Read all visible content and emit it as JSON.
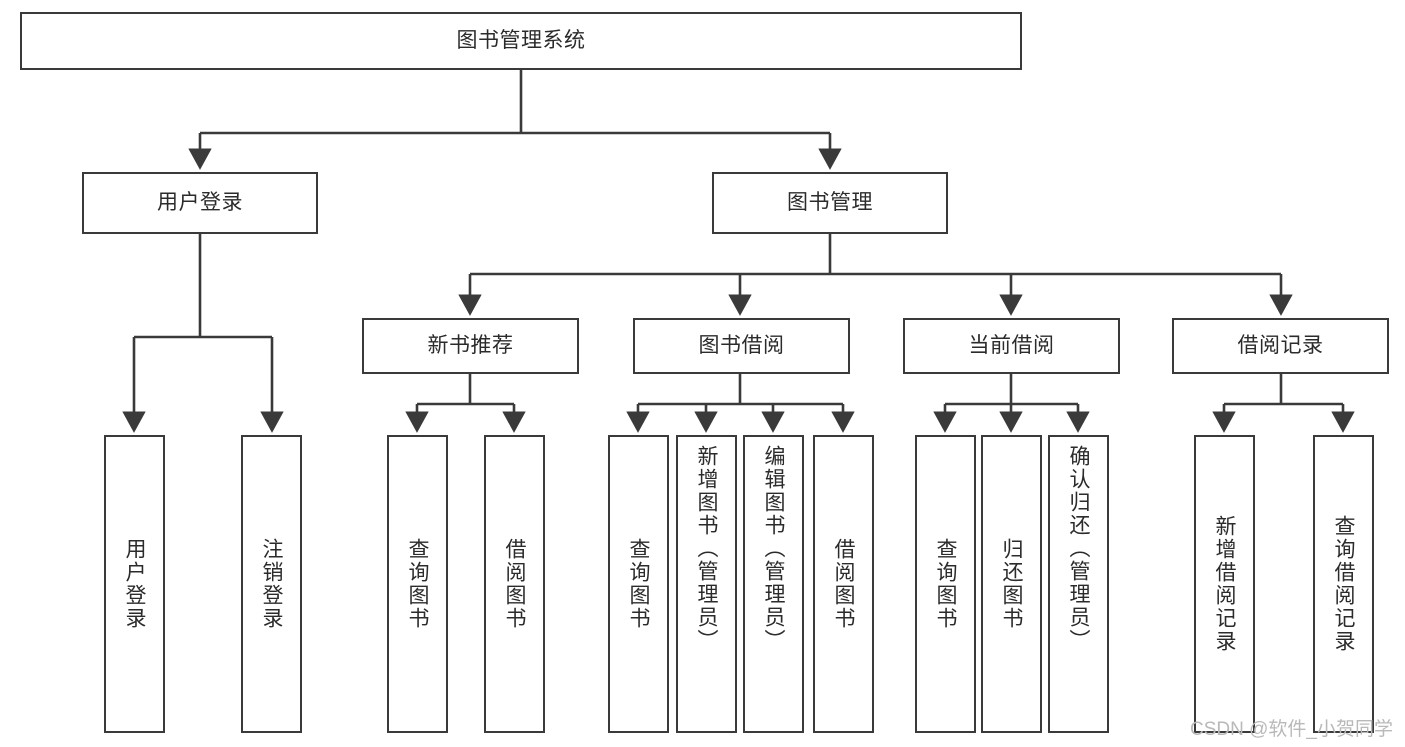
{
  "diagram": {
    "title": "图书管理系统",
    "type": "tree-hierarchy-chart",
    "root": {
      "id": "root",
      "label": "图书管理系统"
    },
    "level2": [
      {
        "id": "user-login",
        "label": "用户登录"
      },
      {
        "id": "book-manage",
        "label": "图书管理"
      }
    ],
    "level3": [
      {
        "id": "new-book-recommend",
        "label": "新书推荐"
      },
      {
        "id": "book-borrow",
        "label": "图书借阅"
      },
      {
        "id": "current-borrow",
        "label": "当前借阅"
      },
      {
        "id": "borrow-record",
        "label": "借阅记录"
      }
    ],
    "leaves": {
      "user_login": [
        {
          "id": "leaf-user-login",
          "label": "用户登录"
        },
        {
          "id": "leaf-logout-login",
          "label": "注销登录"
        }
      ],
      "new_book_recommend": [
        {
          "id": "leaf-query-book-1",
          "label": "查询图书"
        },
        {
          "id": "leaf-borrow-book-1",
          "label": "借阅图书"
        }
      ],
      "book_borrow": [
        {
          "id": "leaf-query-book-2",
          "label": "查询图书"
        },
        {
          "id": "leaf-add-book",
          "label": "新增图书（管理员）"
        },
        {
          "id": "leaf-edit-book",
          "label": "编辑图书（管理员）"
        },
        {
          "id": "leaf-borrow-book-2",
          "label": "借阅图书"
        }
      ],
      "current_borrow": [
        {
          "id": "leaf-query-book-3",
          "label": "查询图书"
        },
        {
          "id": "leaf-return-book",
          "label": "归还图书"
        },
        {
          "id": "leaf-confirm-return",
          "label": "确认归还（管理员）"
        }
      ],
      "borrow_record": [
        {
          "id": "leaf-add-record",
          "label": "新增借阅记录"
        },
        {
          "id": "leaf-query-record",
          "label": "查询借阅记录"
        }
      ]
    },
    "colors": {
      "stroke": "#3a3a3a",
      "text": "#2b2b2b",
      "background": "#ffffff",
      "watermark": "#b9b9b9"
    }
  },
  "watermark": {
    "text": "CSDN @软件_小贺同学"
  }
}
